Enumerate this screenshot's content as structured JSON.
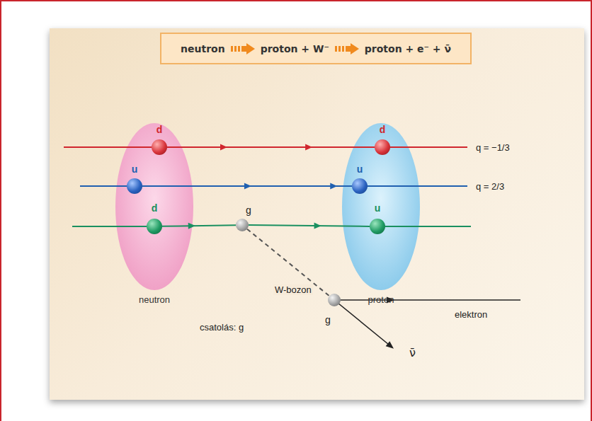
{
  "diagram": {
    "nodes": [
      {
        "text": [
          "neutron",
          "proton + W⁻",
          "proton + e⁻ + ν̄"
        ]
      },
      {
        "text": [
          "neutron"
        ]
      },
      {
        "text": [
          "d"
        ],
        "in": 1
      },
      {
        "text": [
          "u"
        ],
        "in": 1
      },
      {
        "text": [
          "d"
        ],
        "in": 1
      },
      {
        "text": [
          "proton"
        ]
      },
      {
        "text": [
          "d"
        ],
        "in": 5
      },
      {
        "text": [
          "u"
        ],
        "in": 5
      },
      {
        "text": [
          "u"
        ],
        "in": 5
      },
      {
        "text": [
          "g"
        ]
      },
      {
        "text": [
          "g"
        ]
      }
    ],
    "edges": [
      {
        "from": 2,
        "to": 6,
        "arrow": "to"
      },
      {
        "from": 3,
        "to": 7,
        "arrow": "to"
      },
      {
        "from": 4,
        "to": 9,
        "arrow": "to"
      },
      {
        "from": 9,
        "to": 8,
        "arrow": "to"
      },
      {
        "from": 9,
        "to": 10,
        "arrow": "none"
      }
    ],
    "labels": [
      "q = −1/3",
      "q = 2/3",
      "W-bozon",
      "elektron",
      "ν̄",
      "csatolás: g"
    ]
  }
}
